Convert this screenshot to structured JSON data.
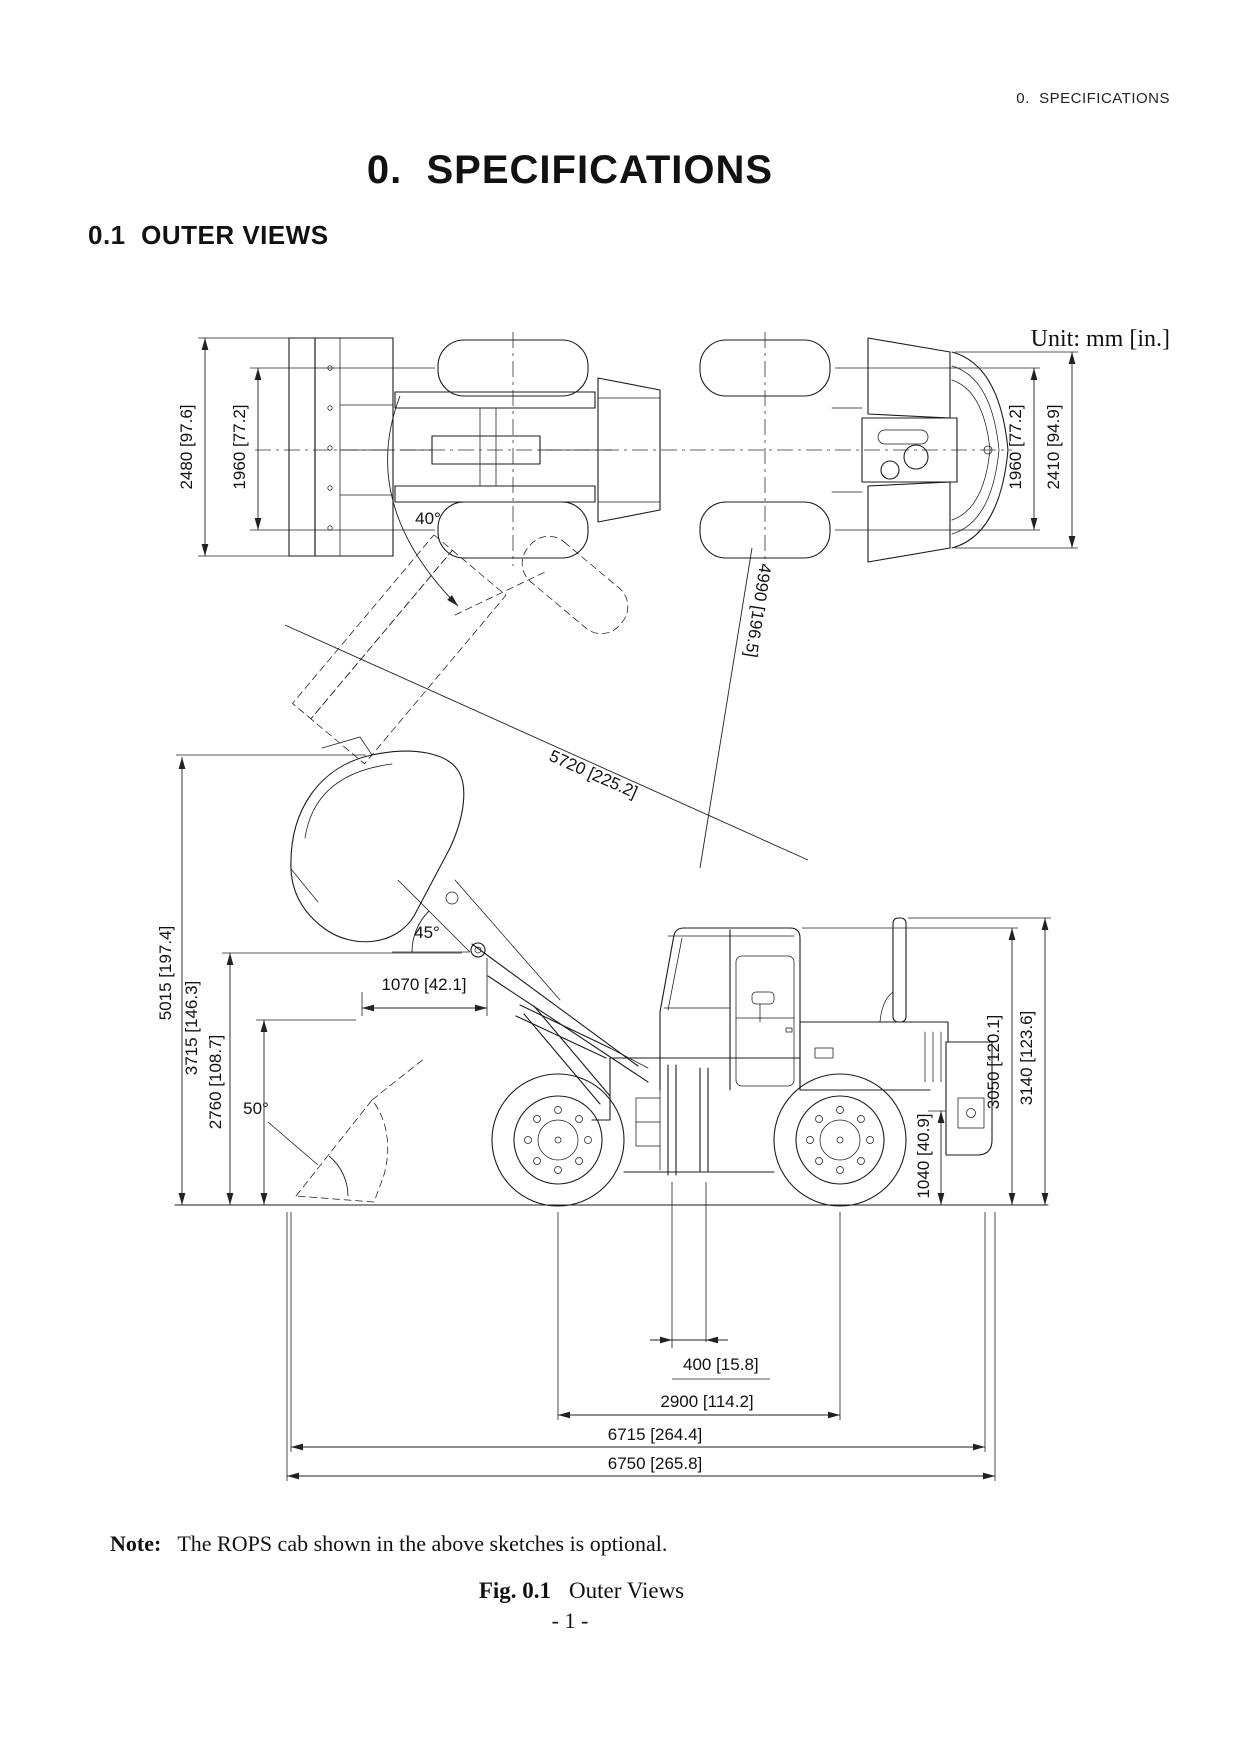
{
  "header": {
    "running_title": "0.  SPECIFICATIONS"
  },
  "title": "0.  SPECIFICATIONS",
  "section_heading": "0.1  OUTER VIEWS",
  "unit_note": "Unit: mm [in.]",
  "top_view": {
    "overall_width": "2480 [97.6]",
    "tread_front": "1960 [77.2]",
    "articulation_angle": "40°",
    "tread_rear": "1960 [77.2]",
    "overall_width_rear": "2410 [94.9]",
    "turning_radius": "4990 [196.5]",
    "clearance_circle": "5720 [225.2]"
  },
  "side_view": {
    "height_bucket_raised": "5015 [197.4]",
    "hinge_pin_height": "3715 [146.3]",
    "dump_clearance": "2760 [108.7]",
    "rollback_angle": "50°",
    "dump_angle": "45°",
    "dump_reach": "1070 [42.1]",
    "cab_height": "3050 [120.1]",
    "stack_height": "3140 [123.6]",
    "hitch_height": "1040 [40.9]",
    "axle_offset": "400 [15.8]",
    "wheelbase": "2900 [114.2]",
    "length_bucket_ground": "6715 [264.4]",
    "overall_length": "6750 [265.8]"
  },
  "note": {
    "label": "Note:",
    "text": "The ROPS cab shown in the above sketches is optional."
  },
  "figure": {
    "label": "Fig. 0.1",
    "caption": "Outer Views"
  },
  "page_number": "- 1 -"
}
